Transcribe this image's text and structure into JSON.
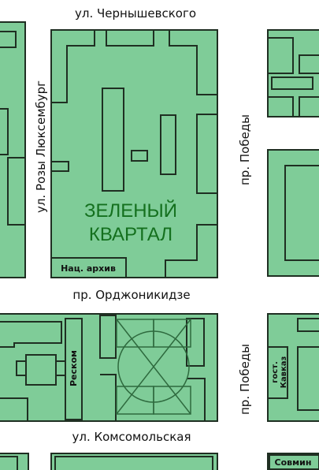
{
  "colors": {
    "block_fill": "#7fcc98",
    "block_stroke": "#1f2f22",
    "building_stroke": "#1f2f22",
    "quarter_label": "#14701e",
    "background": "#ffffff"
  },
  "streets": {
    "chernyshevsky": "ул. Чернышевского",
    "rosa_luxemburg": "ул. Розы Люксембург",
    "pobedy_upper": "пр. Победы",
    "ordzhonikidze": "пр. Орджоникидзе",
    "pobedy_lower": "пр. Победы",
    "komsomolskaya": "ул. Комсомольская"
  },
  "quarter": {
    "line1": "ЗЕЛЕНЫЙ",
    "line2": "КВАРТАЛ"
  },
  "buildings": {
    "archive": "Нац. архив",
    "reskom": "Реском",
    "hotel_line1": "гост.",
    "hotel_line2": "Кавказ",
    "sovmin": "Совмин"
  }
}
